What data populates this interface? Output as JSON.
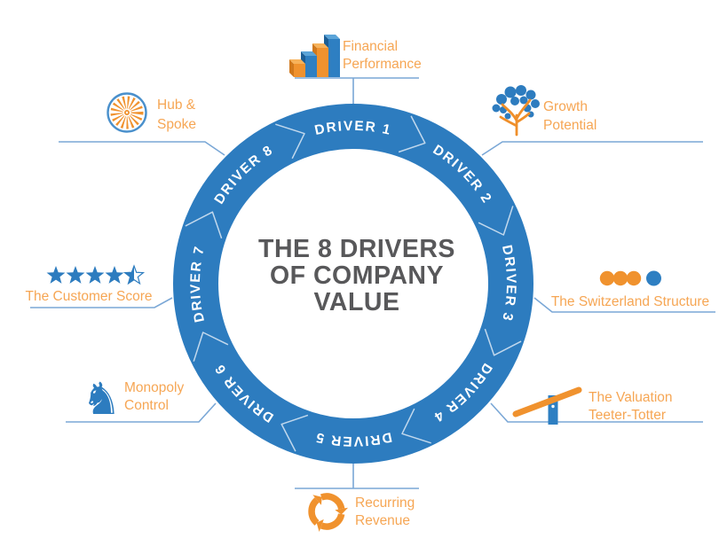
{
  "diagram": {
    "title_lines": [
      "THE 8 DRIVERS",
      "OF COMPANY",
      "VALUE"
    ]
  },
  "drivers": [
    {
      "ring_label": "DRIVER 1",
      "label_lines": [
        "Financial",
        "Performance"
      ],
      "icon": "bar-chart-3d-icon"
    },
    {
      "ring_label": "DRIVER 2",
      "label_lines": [
        "Growth",
        "Potential"
      ],
      "icon": "growth-tree-icon"
    },
    {
      "ring_label": "DRIVER 3",
      "label_lines": [
        "The Switzerland Structure"
      ],
      "icon": "three-circles-icon"
    },
    {
      "ring_label": "DRIVER 4",
      "label_lines": [
        "The Valuation",
        "Teeter-Totter"
      ],
      "icon": "teeter-totter-icon"
    },
    {
      "ring_label": "DRIVER 5",
      "label_lines": [
        "Recurring",
        "Revenue"
      ],
      "icon": "recurring-arrows-icon"
    },
    {
      "ring_label": "DRIVER 6",
      "label_lines": [
        "Monopoly",
        "Control"
      ],
      "icon": "chess-knight-icon",
      "icon_glyph": "♞"
    },
    {
      "ring_label": "DRIVER 7",
      "label_lines": [
        "The Customer Score"
      ],
      "icon": "star-rating-icon",
      "stars_filled": 4.5,
      "stars_total": 5
    },
    {
      "ring_label": "DRIVER 8",
      "label_lines": [
        "Hub &",
        "Spoke"
      ],
      "icon": "hub-spoke-wheel-icon"
    }
  ],
  "colors": {
    "ring_blue": "#2d7cbf",
    "icon_blue_front": "#2e7fc2",
    "icon_blue_dark": "#1d5e95",
    "icon_blue_light": "#5ba4d8",
    "icon_orange": "#f0922e",
    "icon_orange_dark": "#d0781c",
    "icon_orange_light": "#f7b25a",
    "label_orange": "#f6a654",
    "connector_blue": "#7aa7d6",
    "title_gray": "#58585a"
  }
}
